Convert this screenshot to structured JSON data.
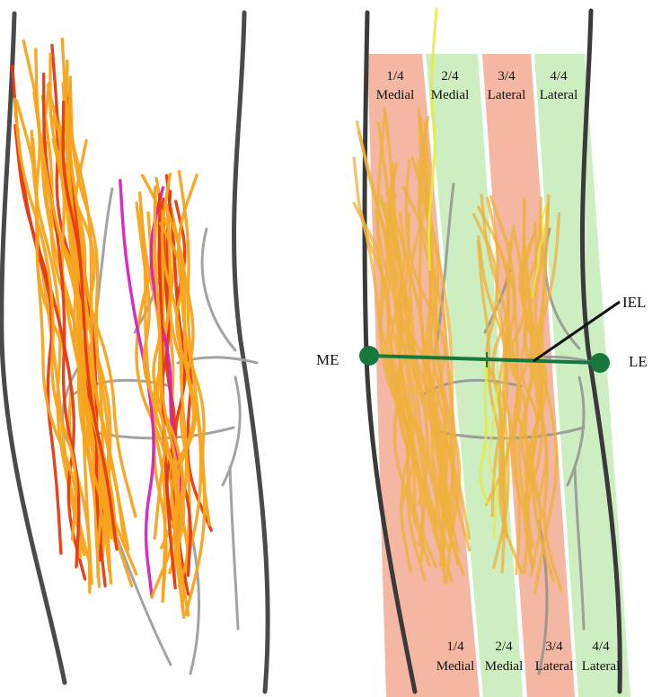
{
  "colors": {
    "zone_medial": "#f3b7a3",
    "zone_lateral": "#cdeec0",
    "nerve_main": "#f5a41c",
    "nerve_red": "#e63a12",
    "nerve_magenta": "#d81fbf",
    "nerve_overlay": "#eeb13a",
    "nerve_yellow": "#e8ea3a",
    "axis_line": "#16783c",
    "outline": "#3a3a3a",
    "bone": "#9a9a9a"
  },
  "zones_top": [
    {
      "n": "1/4",
      "side": "Medial"
    },
    {
      "n": "2/4",
      "side": "Medial"
    },
    {
      "n": "3/4",
      "side": "Lateral"
    },
    {
      "n": "4/4",
      "side": "Lateral"
    }
  ],
  "zones_bottom": [
    {
      "n": "1/4",
      "side": "Medial"
    },
    {
      "n": "2/4",
      "side": "Medial"
    },
    {
      "n": "3/4",
      "side": "Lateral"
    },
    {
      "n": "4/4",
      "side": "Lateral"
    }
  ],
  "landmarks": {
    "medial_epicondyle": "ME",
    "lateral_epicondyle": "LE",
    "interepicondylar_line": "IEL"
  }
}
